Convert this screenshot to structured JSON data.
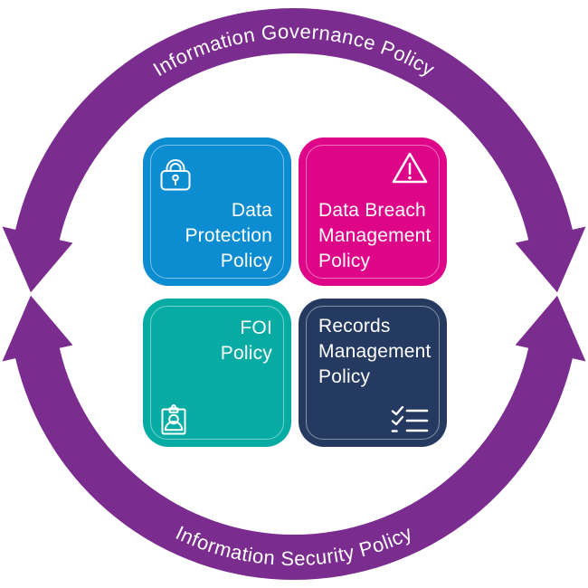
{
  "diagram": {
    "title_ring": {
      "top_label": "Information Governance Policy",
      "bottom_label": "Information Security Policy",
      "color": "#7B2C8F",
      "text_color": "#FFFFFF"
    },
    "cards": [
      {
        "name": "Data Protection Policy",
        "label": "Data\nProtection\nPolicy",
        "color": "#0D8DD1",
        "icon": "lock-icon"
      },
      {
        "name": "Data Breach Management Policy",
        "label": "Data Breach\nManagement\nPolicy",
        "color": "#DE0588",
        "icon": "warning-triangle-icon"
      },
      {
        "name": "FOI Policy",
        "label": "FOI\nPolicy",
        "color": "#06ABA3",
        "icon": "id-badge-icon"
      },
      {
        "name": "Records Management Policy",
        "label": "Records\nManagement\nPolicy",
        "color": "#253A60",
        "icon": "checklist-icon"
      }
    ]
  }
}
